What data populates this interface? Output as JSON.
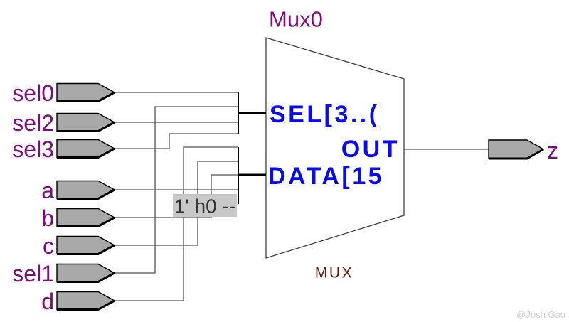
{
  "schematic": {
    "instance": {
      "name": "Mux0",
      "type": "MUX",
      "pins": {
        "sel": "SEL[3..(",
        "out": "OUT",
        "data": "DATA[15"
      }
    },
    "inputs": [
      {
        "label": "sel0"
      },
      {
        "label": "sel2"
      },
      {
        "label": "sel3"
      },
      {
        "label": "a"
      },
      {
        "label": "b"
      },
      {
        "label": "c"
      },
      {
        "label": "sel1"
      },
      {
        "label": "d"
      }
    ],
    "outputs": [
      {
        "label": "z"
      }
    ],
    "constant": {
      "label": "1' h0 --"
    },
    "watermark": "@Josh Gao",
    "colors": {
      "port_label": "#7d0c7d",
      "pin_text": "#0a0af0",
      "type_text": "#5c1a08",
      "port_fill": "#a8a8a8",
      "wire": "#555555",
      "bus": "#000000",
      "constant_bg": "#c8c8c8"
    }
  }
}
